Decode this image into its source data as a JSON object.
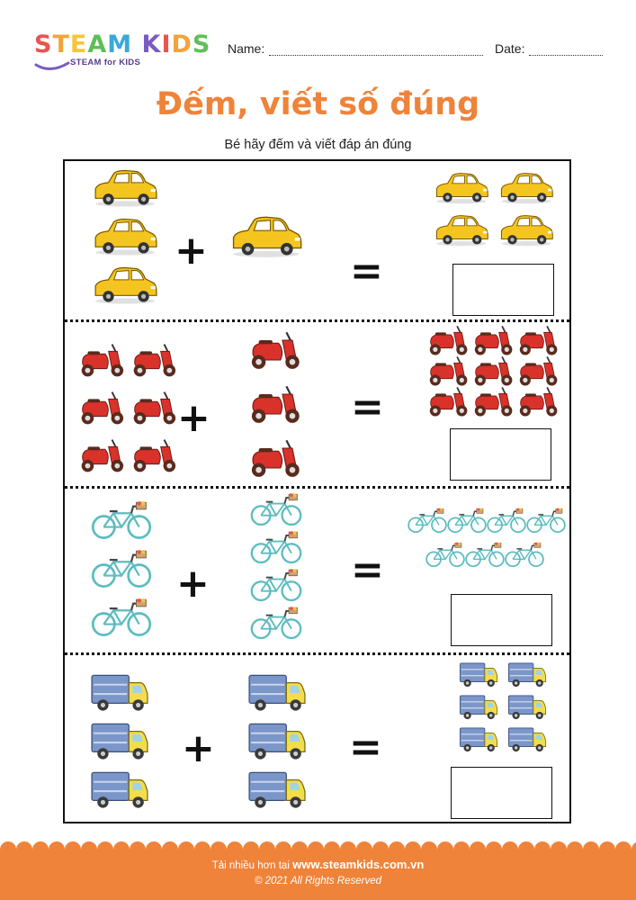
{
  "header": {
    "logo_letters": [
      {
        "ch": "S",
        "color": "#e8544f"
      },
      {
        "ch": "T",
        "color": "#f3a33b"
      },
      {
        "ch": "E",
        "color": "#f5c63a"
      },
      {
        "ch": "A",
        "color": "#5fbf57"
      },
      {
        "ch": "M",
        "color": "#3aa8d8"
      },
      {
        "ch": " ",
        "color": "#ffffff"
      },
      {
        "ch": "K",
        "color": "#7a5bc4"
      },
      {
        "ch": "I",
        "color": "#e8544f"
      },
      {
        "ch": "D",
        "color": "#f3a33b"
      },
      {
        "ch": "S",
        "color": "#5fbf57"
      }
    ],
    "logo_subtitle": "STEAM for KIDS",
    "name_label": "Name:",
    "date_label": "Date:"
  },
  "title": "Đếm, viết số đúng",
  "subtitle": "Bé hãy đếm và viết đáp án đúng",
  "colors": {
    "title": "#ef8339",
    "footer": "#ef8339",
    "car": "#f5c51f",
    "scooter": "#d9322b",
    "bicycle": "#5dbcc0",
    "truck_box": "#7b96c9",
    "truck_cab": "#f3dd4a"
  },
  "operators": {
    "plus": "+",
    "equals": "="
  },
  "rows": [
    {
      "icon": "car-icon",
      "left_count": 3,
      "right_count": 1,
      "result_count": 4
    },
    {
      "icon": "scooter-icon",
      "left_count": 6,
      "right_count": 3,
      "result_count": 9
    },
    {
      "icon": "bicycle-icon",
      "left_count": 3,
      "right_count": 4,
      "result_count": 7
    },
    {
      "icon": "truck-icon",
      "left_count": 3,
      "right_count": 3,
      "result_count": 6
    }
  ],
  "footer": {
    "prefix": "Tải nhiều hơn tại",
    "website": "www.steamkids.com.vn",
    "copyright": "©  2021 All Rights Reserved"
  }
}
